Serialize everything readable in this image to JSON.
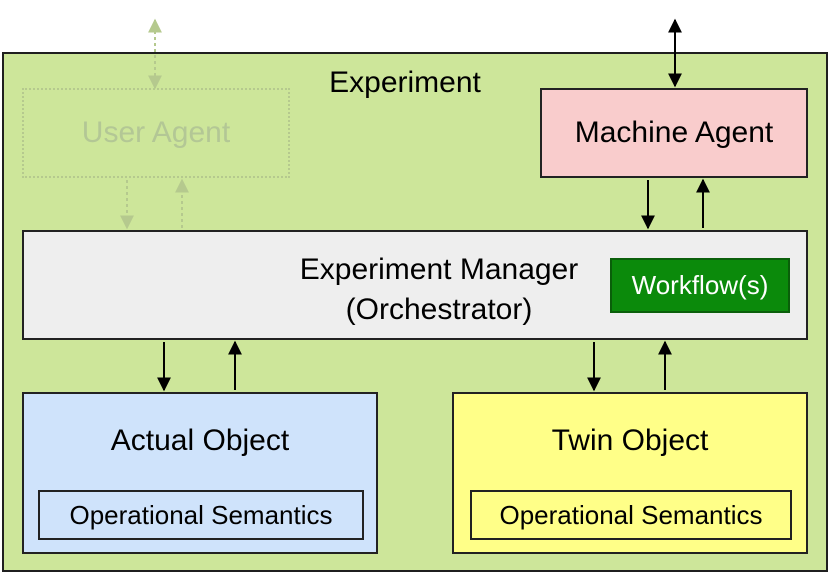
{
  "experiment": {
    "title": "Experiment"
  },
  "user_agent": {
    "label": "User Agent"
  },
  "machine_agent": {
    "label": "Machine Agent"
  },
  "manager": {
    "line1": "Experiment Manager",
    "line2": "(Orchestrator)"
  },
  "workflow": {
    "label": "Workflow(s)"
  },
  "actual_object": {
    "title": "Actual Object",
    "semantics": "Operational Semantics"
  },
  "twin_object": {
    "title": "Twin Object",
    "semantics": "Operational Semantics"
  },
  "colors": {
    "experiment_bg": "#cde69a",
    "machine_agent_bg": "#f9cccc",
    "manager_bg": "#eeeeee",
    "workflow_bg": "#0b8a0b",
    "actual_bg": "#cfe3fb",
    "twin_bg": "#ffff88",
    "user_agent_faded": "#b3c795"
  }
}
